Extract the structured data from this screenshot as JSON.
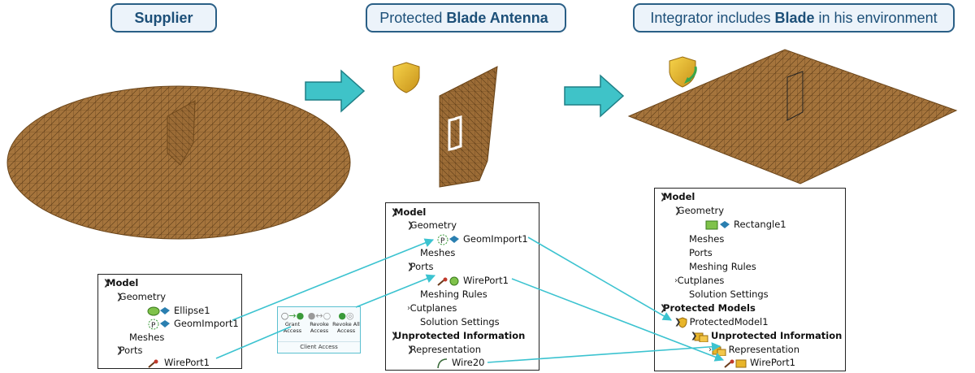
{
  "stages": {
    "supplier": {
      "before": "",
      "bold": "Supplier",
      "after": ""
    },
    "protected": {
      "before": "Protected",
      "bold": "Blade Antenna",
      "after": ""
    },
    "integrator": {
      "before": "Integrator includes",
      "bold": "Blade",
      "after": "in his environment"
    }
  },
  "panel1": {
    "model": "Model",
    "geometry": "Geometry",
    "ellipse": "Ellipse1",
    "geomimport": "GeomImport1",
    "meshes": "Meshes",
    "ports": "Ports",
    "wireport": "WirePort1"
  },
  "client_access": {
    "grant": "Grant Access",
    "revoke": "Revoke Access",
    "revoke_all": "Revoke All Access",
    "caption": "Client Access"
  },
  "panel2": {
    "model": "Model",
    "geometry": "Geometry",
    "geomimport": "GeomImport1",
    "meshes": "Meshes",
    "ports": "Ports",
    "wireport": "WirePort1",
    "meshing_rules": "Meshing Rules",
    "cutplanes": "Cutplanes",
    "solution_settings": "Solution Settings",
    "unprotected": "Unprotected Information",
    "representation": "Representation",
    "wire": "Wire20"
  },
  "panel3": {
    "model": "Model",
    "geometry": "Geometry",
    "rectangle": "Rectangle1",
    "meshes": "Meshes",
    "ports": "Ports",
    "meshing_rules": "Meshing Rules",
    "cutplanes": "Cutplanes",
    "solution_settings": "Solution Settings",
    "protected_models": "Protected Models",
    "protected_model": "ProtectedModel1",
    "unprotected": "Unprotected Information",
    "representation": "Representation",
    "wireport": "WirePort1"
  },
  "colors": {
    "mesh": "#a07038",
    "mesh_line": "#5a3a16",
    "arrow": "#3fc3c8",
    "title_border": "#2a5f86",
    "connector": "#3cc3d0"
  }
}
